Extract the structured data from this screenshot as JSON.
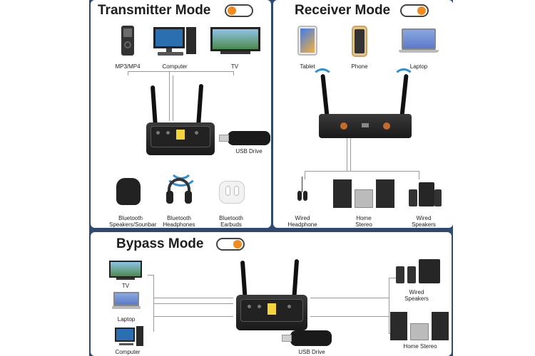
{
  "transmitter": {
    "title": "Transmitter Mode",
    "sources": [
      {
        "icon": "mp3-player-icon",
        "label": "MP3/MP4"
      },
      {
        "icon": "computer-icon",
        "label": "Computer"
      },
      {
        "icon": "tv-icon",
        "label": "TV"
      }
    ],
    "usb_label": "USB Drive",
    "outputs": [
      {
        "icon": "bluetooth-speaker-icon",
        "label": "Bluetooth\nSpeakers/Sounbar"
      },
      {
        "icon": "headphones-icon",
        "label": "Bluetooth\nHeadphones"
      },
      {
        "icon": "earbuds-icon",
        "label": "Bluetooth\nEarbuds"
      }
    ]
  },
  "receiver": {
    "title": "Receiver Mode",
    "sources": [
      {
        "icon": "tablet-icon",
        "label": "Tablet"
      },
      {
        "icon": "phone-icon",
        "label": "Phone"
      },
      {
        "icon": "laptop-icon",
        "label": "Laptop"
      }
    ],
    "outputs": [
      {
        "icon": "wired-headphone-icon",
        "label": "Wired\nHeadphone"
      },
      {
        "icon": "home-stereo-icon",
        "label": "Home\nStereo"
      },
      {
        "icon": "wired-speakers-icon",
        "label": "Wired\nSpeakers"
      }
    ]
  },
  "bypass": {
    "title": "Bypass Mode",
    "inputs": [
      {
        "icon": "tv-icon",
        "label": "TV"
      },
      {
        "icon": "laptop-icon",
        "label": "Laptop"
      },
      {
        "icon": "computer-icon",
        "label": "Computer"
      }
    ],
    "usb_label": "USB Drive",
    "outputs": [
      {
        "icon": "wired-speakers-icon",
        "label": "Wired\nSpeakers"
      },
      {
        "icon": "home-stereo-icon",
        "label": "Home Stereo"
      }
    ]
  },
  "colors": {
    "toggle_knob": "#f28a1e",
    "frame": "#2f4a6e",
    "wifi_wave": "#2e8fd6"
  }
}
